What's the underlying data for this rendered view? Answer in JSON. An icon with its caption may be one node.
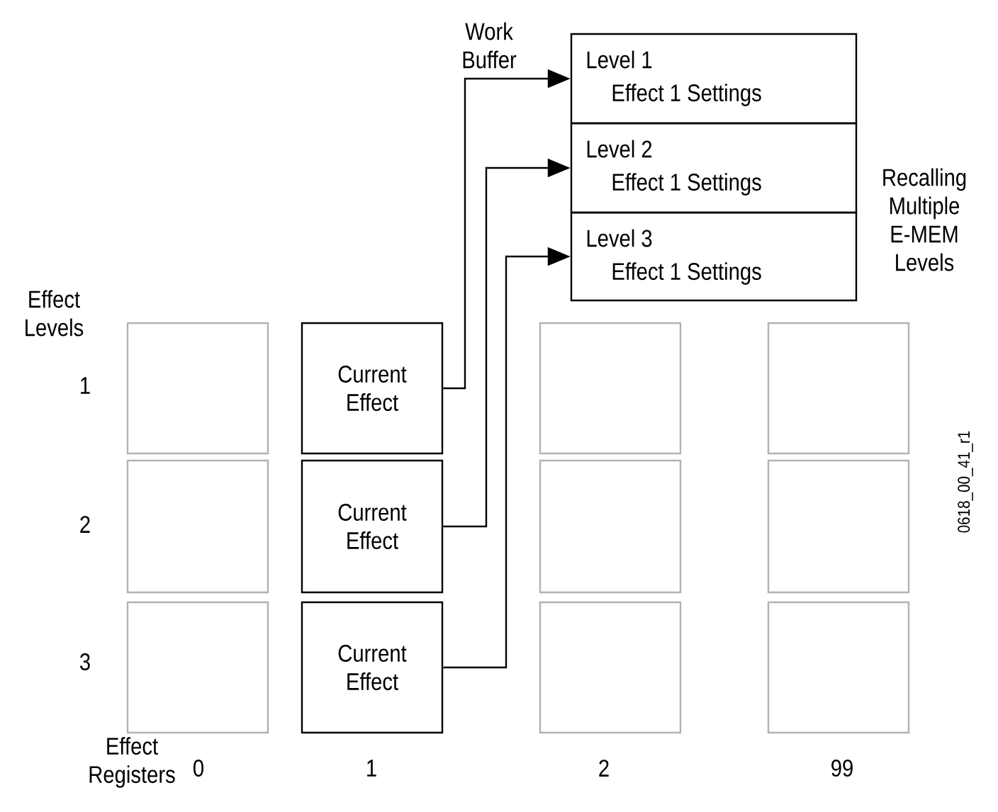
{
  "diagram": {
    "nodes": [
      {
        "text": [
          "Level 1",
          "Effect 1 Settings"
        ]
      },
      {
        "text": [
          "Level 2",
          "Effect 1 Settings"
        ]
      },
      {
        "text": [
          "Level 3",
          "Effect 1 Settings"
        ]
      },
      {
        "text": [],
        "shape": "box"
      },
      {
        "text": [
          "Current Effect"
        ]
      },
      {
        "text": [],
        "shape": "box"
      },
      {
        "text": [],
        "shape": "box"
      },
      {
        "text": [],
        "shape": "box"
      },
      {
        "text": [
          "Current Effect"
        ]
      },
      {
        "text": [],
        "shape": "box"
      },
      {
        "text": [],
        "shape": "box"
      },
      {
        "text": [],
        "shape": "box"
      },
      {
        "text": [
          "Current Effect"
        ]
      },
      {
        "text": [],
        "shape": "box"
      },
      {
        "text": [],
        "shape": "box"
      }
    ],
    "edges": [
      {
        "from": 4,
        "to": 0,
        "arrow": "to"
      },
      {
        "from": 8,
        "to": 1,
        "arrow": "to"
      },
      {
        "from": 12,
        "to": 2,
        "arrow": "to"
      }
    ],
    "labels": [
      "Work Buffer",
      "Recalling Multiple E-MEM Levels",
      "Effect Levels",
      "1",
      "2",
      "3",
      "Effect Registers",
      "0",
      "1",
      "2",
      "99",
      "0618_00_41_r1"
    ]
  }
}
